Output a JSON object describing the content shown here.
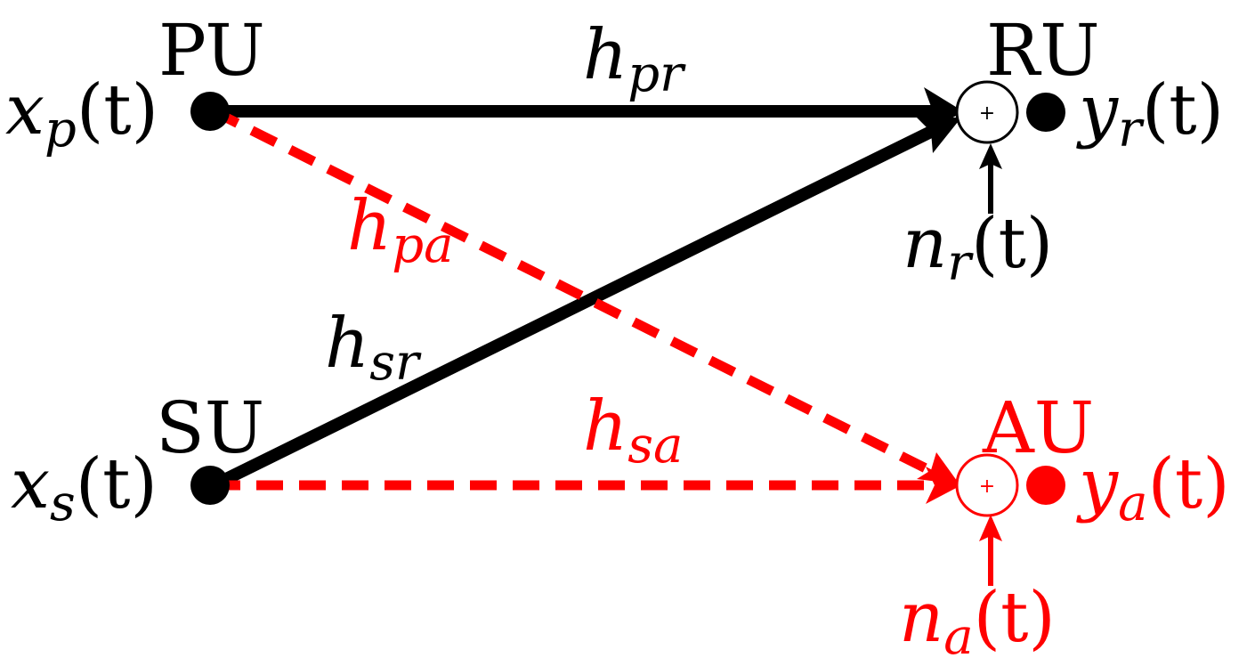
{
  "colors": {
    "primary": "#000000",
    "interference": "#ff0000",
    "background": "#ffffff"
  },
  "nodes": {
    "pu": {
      "name": "PU",
      "signal_base": "x",
      "signal_sub": "p",
      "signal_arg": "(t)"
    },
    "su": {
      "name": "SU",
      "signal_base": "x",
      "signal_sub": "s",
      "signal_arg": "(t)"
    },
    "ru": {
      "name": "RU",
      "output_base": "y",
      "output_sub": "r",
      "output_arg": "(t)",
      "noise_base": "n",
      "noise_sub": "r",
      "noise_arg": "(t)",
      "combiner_symbol": "+"
    },
    "au": {
      "name": "AU",
      "output_base": "y",
      "output_sub": "a",
      "output_arg": "(t)",
      "noise_base": "n",
      "noise_sub": "a",
      "noise_arg": "(t)",
      "combiner_symbol": "+"
    }
  },
  "links": {
    "pr": {
      "base": "h",
      "sub": "pr",
      "style": "solid"
    },
    "sr": {
      "base": "h",
      "sub": "sr",
      "style": "solid"
    },
    "pa": {
      "base": "h",
      "sub": "pa",
      "style": "dashed"
    },
    "sa": {
      "base": "h",
      "sub": "sa",
      "style": "dashed"
    }
  }
}
